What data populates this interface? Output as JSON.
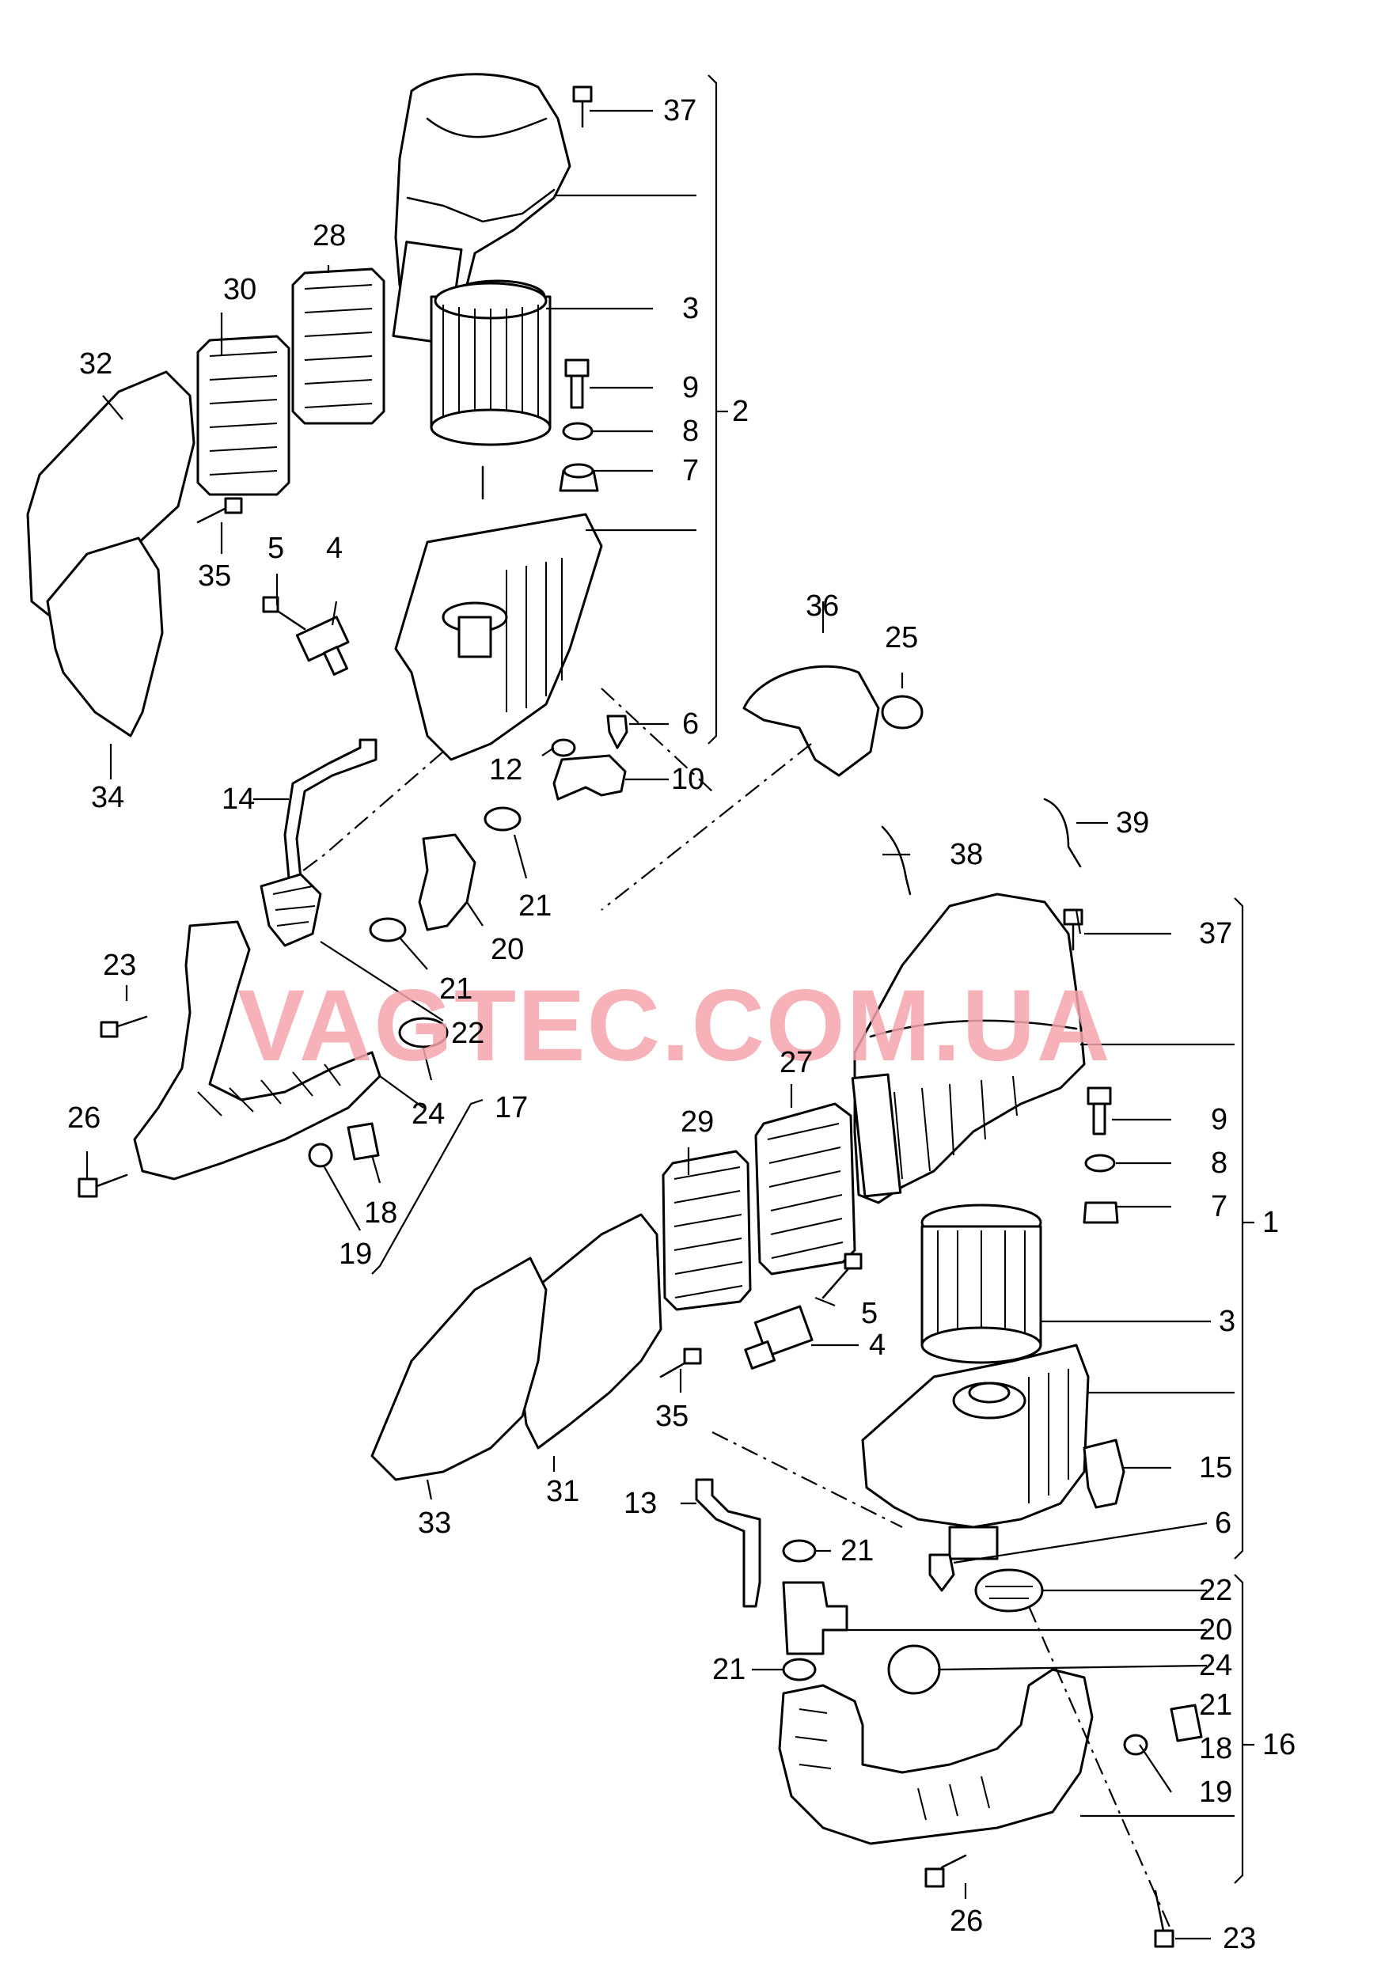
{
  "watermark": "VAGTEC.COM.UA",
  "callouts": {
    "c1": "1",
    "c2": "2",
    "u3": "3",
    "u4": "4",
    "u5": "5",
    "u6": "6",
    "u7": "7",
    "u8": "8",
    "u9": "9",
    "u10": "10",
    "u12": "12",
    "u14": "14",
    "u17": "17",
    "u18": "18",
    "u19": "19",
    "u20": "20",
    "u21a": "21",
    "u21b": "21",
    "u22": "22",
    "u23": "23",
    "u24": "24",
    "u25": "25",
    "u26": "26",
    "u28": "28",
    "u30": "30",
    "u32": "32",
    "u34": "34",
    "u35": "35",
    "u36": "36",
    "u37": "37",
    "l3": "3",
    "l4": "4",
    "l5": "5",
    "l6": "6",
    "l7": "7",
    "l8": "8",
    "l9": "9",
    "l13": "13",
    "l15": "15",
    "l16": "16",
    "l18": "18",
    "l19": "19",
    "l20": "20",
    "l21a": "21",
    "l21b": "21",
    "l21c": "21",
    "l22": "22",
    "l23": "23",
    "l24": "24",
    "l26": "26",
    "l27": "27",
    "l29": "29",
    "l31": "31",
    "l33": "33",
    "l35": "35",
    "l37": "37",
    "l38": "38",
    "l39": "39"
  }
}
